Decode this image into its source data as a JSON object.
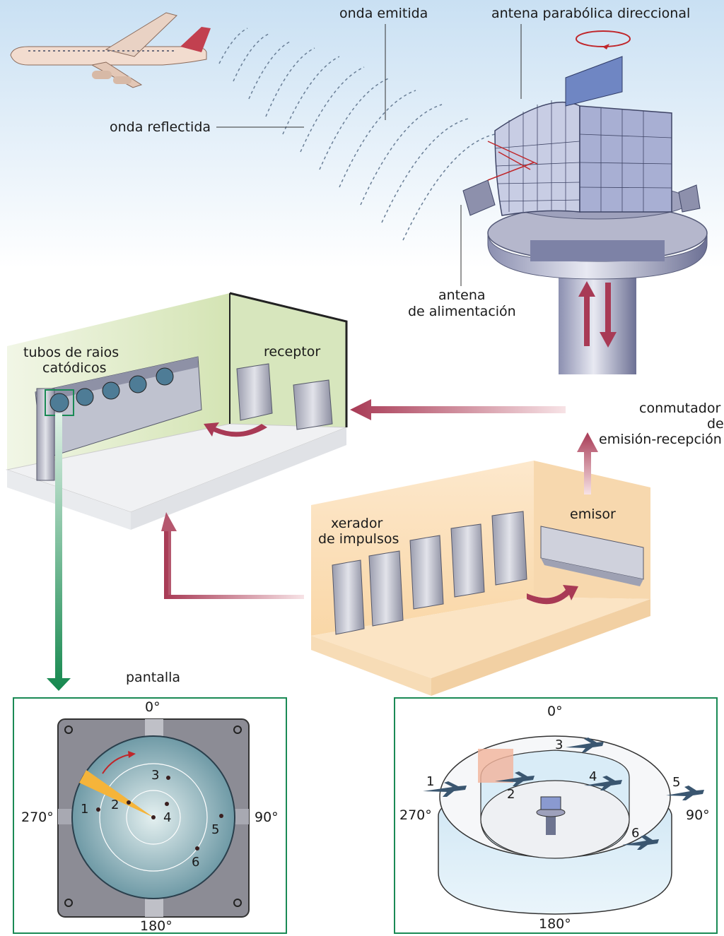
{
  "labels": {
    "emitted_wave": "onda emitida",
    "directional_antenna": "antena parabólica direccional",
    "reflected_wave": "onda reflectida",
    "feed_antenna_1": "antena",
    "feed_antenna_2": "de alimentación",
    "crt_1": "tubos de raios",
    "crt_2": "catódicos",
    "receiver": "receptor",
    "switch_1": "conmutador",
    "switch_2": "de",
    "switch_3": "emisión-recepción",
    "pulse_1": "xerador",
    "pulse_2": "de impulsos",
    "emitter": "emisor",
    "screen": "pantalla"
  },
  "radar_screen": {
    "deg_top": "0°",
    "deg_right": "90°",
    "deg_bottom": "180°",
    "deg_left": "270°",
    "targets": [
      "1",
      "2",
      "3",
      "4",
      "5",
      "6"
    ]
  },
  "ring_view": {
    "deg_top": "0°",
    "deg_right": "90°",
    "deg_bottom": "180°",
    "deg_left": "270°",
    "targets": [
      "1",
      "2",
      "3",
      "4",
      "5",
      "6"
    ]
  },
  "colors": {
    "arrow_red": "#a83a55",
    "arrow_green": "#1a8a55",
    "panel_border": "#1a8a55",
    "sweep": "#f5b43a",
    "room_receiver": "#e3ecd0",
    "room_emitter": "#fbe2bf",
    "sky": "#cfe4f4"
  }
}
